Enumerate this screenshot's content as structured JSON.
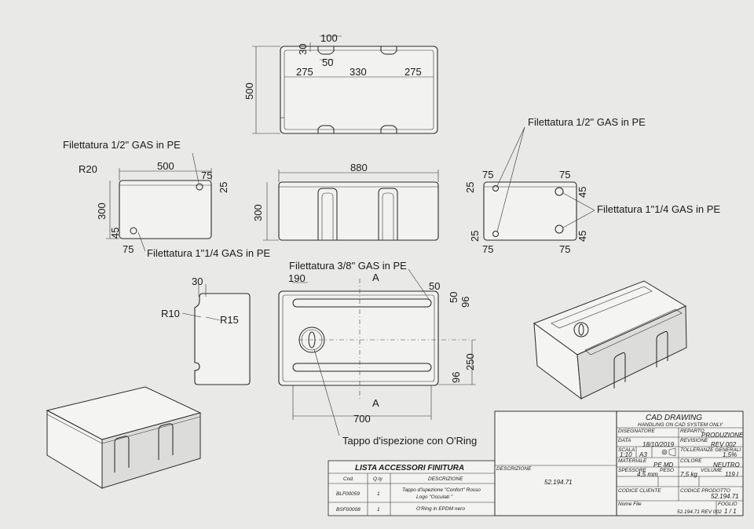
{
  "dims": {
    "top_100": "100",
    "top_30": "30",
    "top_50": "50",
    "top_275a": "275",
    "top_330": "330",
    "top_275b": "275",
    "top_500": "500",
    "left_500": "500",
    "left_75": "75",
    "left_25": "25",
    "left_300": "300",
    "left_45": "45",
    "left_75b": "75",
    "left_r20": "R20",
    "front_880": "880",
    "front_300": "300",
    "right_75a": "75",
    "right_75b": "75",
    "right_25a": "25",
    "right_45a": "45",
    "right_25b": "25",
    "right_75c": "75",
    "right_75d": "75",
    "right_45b": "45",
    "slot_30": "30",
    "slot_r10": "R10",
    "slot_r15": "R15",
    "lid_190": "190",
    "lid_a1": "A",
    "lid_a2": "A",
    "lid_50": "50",
    "lid_50v": "50",
    "lid_96": "96",
    "lid_250": "250",
    "lid_96b": "96",
    "lid_700": "700"
  },
  "notes": {
    "fil_half_left": "Filettatura 1/2\" GAS in PE",
    "fil_114_left": "Filettatura 1\"1/4 GAS in PE",
    "fil_half_right": "Filettatura 1/2\" GAS in PE",
    "fil_114_right": "Filettatura 1\"1/4 GAS in PE",
    "fil_38": "Filettatura 3/8\" GAS in PE",
    "tappo": "Tappo d'ispezione con O'Ring"
  },
  "accessories": {
    "title": "LISTA ACCESSORI FINITURA",
    "col_cod": "Cod.",
    "col_qty": "Q.ty",
    "col_desc": "DESCRIZIONE",
    "rows": [
      {
        "cod": "BLF00059",
        "qty": "1",
        "desc1": "Tappo d'ispezione \"Confort\" Rosso",
        "desc2": "Logo \"Osculati \""
      },
      {
        "cod": "BSF00008",
        "qty": "1",
        "desc1": "O'Ring in EPDM nero",
        "desc2": ""
      }
    ]
  },
  "title_block": {
    "header": "CAD  DRAWING",
    "subheader": "HANDLING  ON  CAD SYSTEM  ONLY",
    "descr_label": "DESCRIZIONE",
    "descr_value": "52.194.71",
    "designer_label": "DISEGNATORE",
    "dept_label": "REPARTO",
    "dept_value": "PRODUZIONE",
    "date_label": "DATA",
    "date_value": "18/10/2019",
    "rev_label": "REVISIONE",
    "rev_value": "REV 002",
    "scale_label": "SCALA",
    "scale_value": "1:10",
    "format_value": "A3",
    "tol_label": "TOLLERANZE GENERALI",
    "tol_value": "1,5%",
    "mat_label": "MATERIALE",
    "mat_value": "PE MD",
    "color_label": "COLORE",
    "color_value": "NEUTRO",
    "thick_label": "SPESSORE",
    "thick_value": "4,5 mm",
    "weight_label": "PESO",
    "weight_value": "7,5 kg",
    "vol_label": "VOLUME",
    "vol_value": "119 l",
    "client_label": "CODICE CLIENTE",
    "prod_label": "CODICE PRODOTTO",
    "prod_value": "52.194.71",
    "file_label": "Nome File",
    "file_value": "52.194.71 REV 002",
    "sheet_label": "FOGLIO",
    "sheet_value": "1 / 1"
  }
}
